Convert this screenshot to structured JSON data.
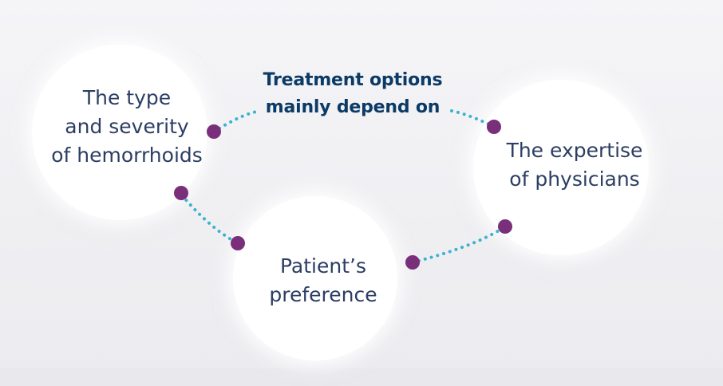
{
  "title_lines": [
    "Treatment options",
    "mainly depend on"
  ],
  "factors": [
    {
      "id": "type",
      "lines": [
        "The type",
        "and severity",
        "of hemorrhoids"
      ]
    },
    {
      "id": "expertise",
      "lines": [
        "The expertise",
        "of physicians"
      ]
    },
    {
      "id": "preference",
      "lines": [
        "Patient’s",
        "preference"
      ]
    }
  ],
  "colors": {
    "connector_dot": "#7a2f7a",
    "dotted_line": "#3bb3cf",
    "label_text": "#2c3e63",
    "title_text": "#0b3a66"
  }
}
